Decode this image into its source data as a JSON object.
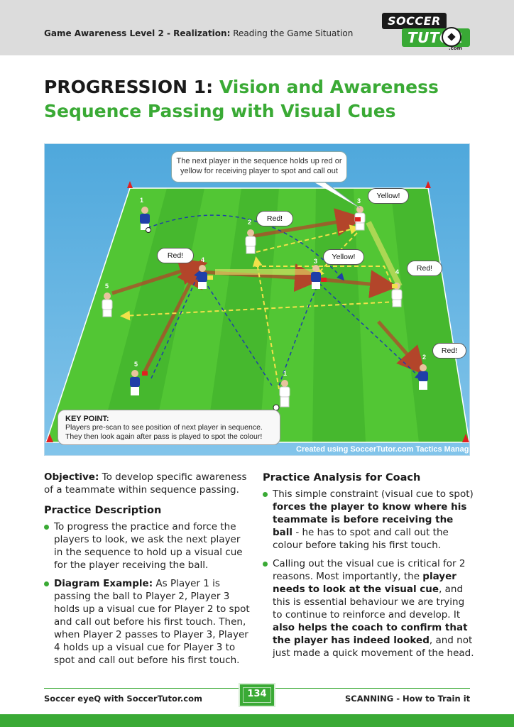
{
  "header": {
    "series_bold": "Game Awareness Level 2 - Realization:",
    "series_rest": " Reading the Game Situation",
    "logo_top": "SOCCER",
    "logo_bottom": "TUTOR",
    "logo_suffix": ".com"
  },
  "title": {
    "line1_black": "PROGRESSION 1:",
    "line1_green": "Vision and Awareness",
    "line2_green": "Sequence Passing with Visual Cues"
  },
  "diagram": {
    "callout_top": "The next player in the sequence holds up red or yellow for receiving player to spot and call out",
    "bubbles": [
      {
        "id": "red-p2",
        "text": "Red!"
      },
      {
        "id": "yellow-p3w",
        "text": "Yellow!"
      },
      {
        "id": "red-p4b",
        "text": "Red!"
      },
      {
        "id": "yellow-p3b",
        "text": "Yellow!"
      },
      {
        "id": "red-p4w",
        "text": "Red!"
      },
      {
        "id": "red-p2b",
        "text": "Red!"
      }
    ],
    "player_numbers": [
      "1",
      "2",
      "3",
      "4",
      "3",
      "4",
      "5",
      "5",
      "1",
      "2"
    ],
    "key_point_title": "KEY POINT:",
    "key_point_line1": "Players pre-scan to see position of next player in sequence.",
    "key_point_line2": "They then look again after pass is played to spot the colour!",
    "credit": "Created using SoccerTutor.com Tactics Manager",
    "colors": {
      "pitch_light": "#52c634",
      "pitch_dark": "#3aa82a",
      "blue_team": "#1f3fa8",
      "white_team": "#ffffff",
      "red_arrow": "#b3452a",
      "yellow_pass": "#f2e14a",
      "cone": "#e02020"
    }
  },
  "left": {
    "objective_label": "Objective:",
    "objective_text": " To develop specific awareness of a teammate within sequence passing.",
    "practice_heading": "Practice Description",
    "bullet1": "To progress the practice and force the players to look, we ask the next player in the sequence to hold up a visual cue for the player receiving the ball.",
    "bullet2_bold": "Diagram Example:",
    "bullet2_text": " As Player 1 is passing the ball to Player 2, Player 3 holds up a visual cue for Player 2 to spot and call out before his first touch. Then, when Player 2 passes to Player 3, Player 4 holds up a visual cue for Player 3 to spot and call out before his first touch."
  },
  "right": {
    "heading": "Practice Analysis for Coach",
    "b1_a": "This simple constraint (visual cue to spot) ",
    "b1_bold": "forces the player to know where his teammate is before receiving the ball",
    "b1_c": " - he has to spot and call out the colour before taking his first touch.",
    "b2_a": "Calling out the visual cue is critical for 2 reasons. Most importantly, the ",
    "b2_bold1": "player needs to look at the visual cue",
    "b2_b": ", and this is essential behaviour we are trying to continue to reinforce and develop. It ",
    "b2_bold2": "also helps the coach to confirm that the player has indeed looked",
    "b2_c": ", and not just made a quick movement of the head."
  },
  "footer": {
    "left": "Soccer eyeQ with SoccerTutor.com",
    "page": "134",
    "right": "SCANNING - How to Train it"
  }
}
